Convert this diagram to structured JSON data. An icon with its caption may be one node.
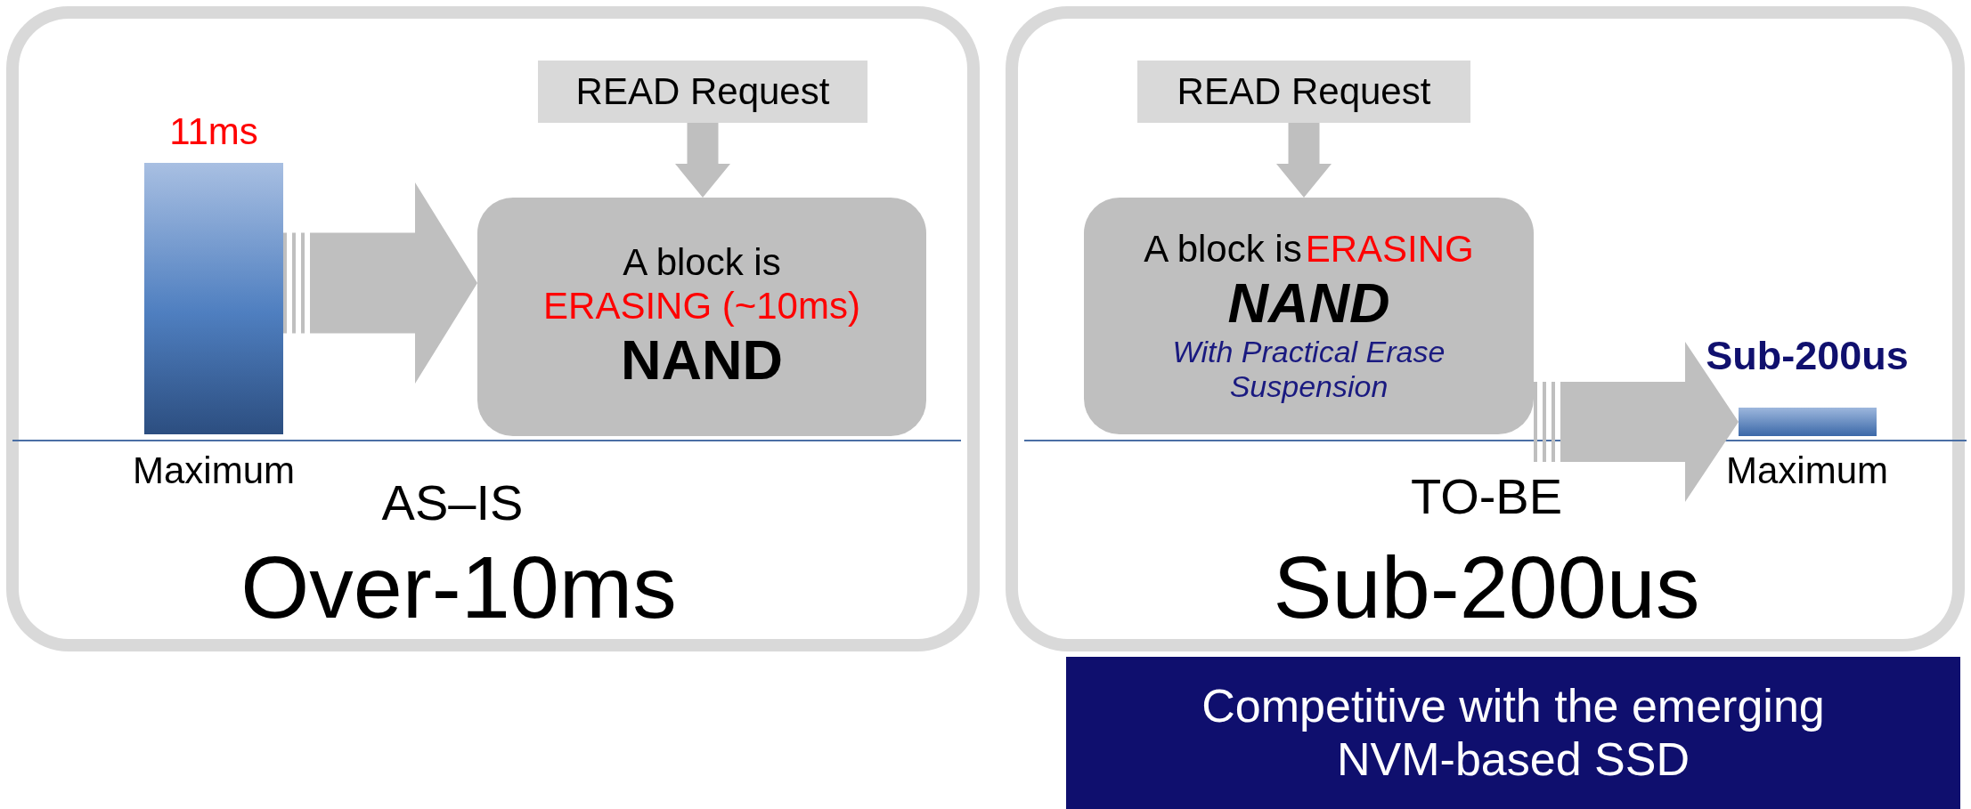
{
  "diagram": {
    "nodes": [
      {
        "text": [
          "AS–IS",
          "Over-10ms"
        ]
      },
      {
        "text": [],
        "shape": "bar",
        "in": 0,
        "beside": [
          "11ms",
          "Maximum"
        ]
      },
      {
        "text": [
          "READ Request"
        ],
        "in": 0
      },
      {
        "text": [
          "A block is",
          "ERASING (~10ms)",
          "NAND"
        ],
        "in": 0
      },
      {
        "text": [
          "TO-BE",
          "Sub-200us"
        ]
      },
      {
        "text": [
          "READ Request"
        ],
        "in": 4
      },
      {
        "text": [
          "A block is",
          "ERASING",
          "NAND",
          "With Practical Erase Suspension"
        ],
        "in": 4
      },
      {
        "text": [],
        "shape": "bar",
        "in": 4,
        "beside": [
          "Sub-200us",
          "Maximum"
        ]
      },
      {
        "text": [
          "Competitive with the emerging NVM-based SSD"
        ]
      }
    ],
    "edges": [
      {
        "from": 1,
        "to": 3,
        "arrow": "to",
        "style": "thick"
      },
      {
        "from": 2,
        "to": 3,
        "arrow": "to"
      },
      {
        "from": 5,
        "to": 6,
        "arrow": "to"
      },
      {
        "from": 6,
        "to": 7,
        "arrow": "to",
        "style": "thick"
      }
    ]
  }
}
